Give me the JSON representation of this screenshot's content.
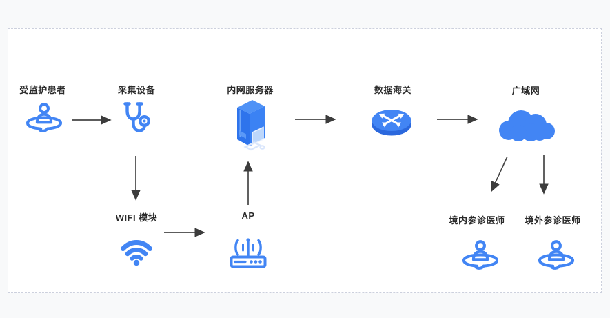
{
  "diagram": {
    "title": "remote patient monitoring network topology",
    "nodes": [
      {
        "id": "patient",
        "label": "受监护患者",
        "icon": "patient-icon"
      },
      {
        "id": "collector",
        "label": "采集设备",
        "icon": "stethoscope-icon"
      },
      {
        "id": "intranet-server",
        "label": "内网服务器",
        "icon": "server-icon"
      },
      {
        "id": "data-customs",
        "label": "数据海关",
        "icon": "router-icon"
      },
      {
        "id": "wan",
        "label": "广域网",
        "icon": "cloud-icon"
      },
      {
        "id": "wifi-module",
        "label": "WIFI 模块",
        "icon": "wifi-icon"
      },
      {
        "id": "ap",
        "label": "AP",
        "icon": "access-point-icon"
      },
      {
        "id": "domestic-doctor",
        "label": "境内参诊医师",
        "icon": "doctor-icon"
      },
      {
        "id": "overseas-doctor",
        "label": "境外参诊医师",
        "icon": "doctor-icon"
      }
    ],
    "edges": [
      {
        "from": "patient",
        "to": "collector"
      },
      {
        "from": "collector",
        "to": "wifi-module"
      },
      {
        "from": "wifi-module",
        "to": "ap"
      },
      {
        "from": "ap",
        "to": "intranet-server"
      },
      {
        "from": "intranet-server",
        "to": "data-customs"
      },
      {
        "from": "data-customs",
        "to": "wan"
      },
      {
        "from": "wan",
        "to": "domestic-doctor"
      },
      {
        "from": "wan",
        "to": "overseas-doctor"
      }
    ],
    "colors": {
      "icon_blue": "#4285f4",
      "icon_blue_dark": "#2b68dd",
      "icon_blue_light": "#bdd7fb",
      "arrow": "#454545",
      "label_text": "#2b2b2b",
      "panel_background": "#ffffff",
      "page_background": "#f8f9fa",
      "dashed_border": "#ccd0dd"
    }
  }
}
